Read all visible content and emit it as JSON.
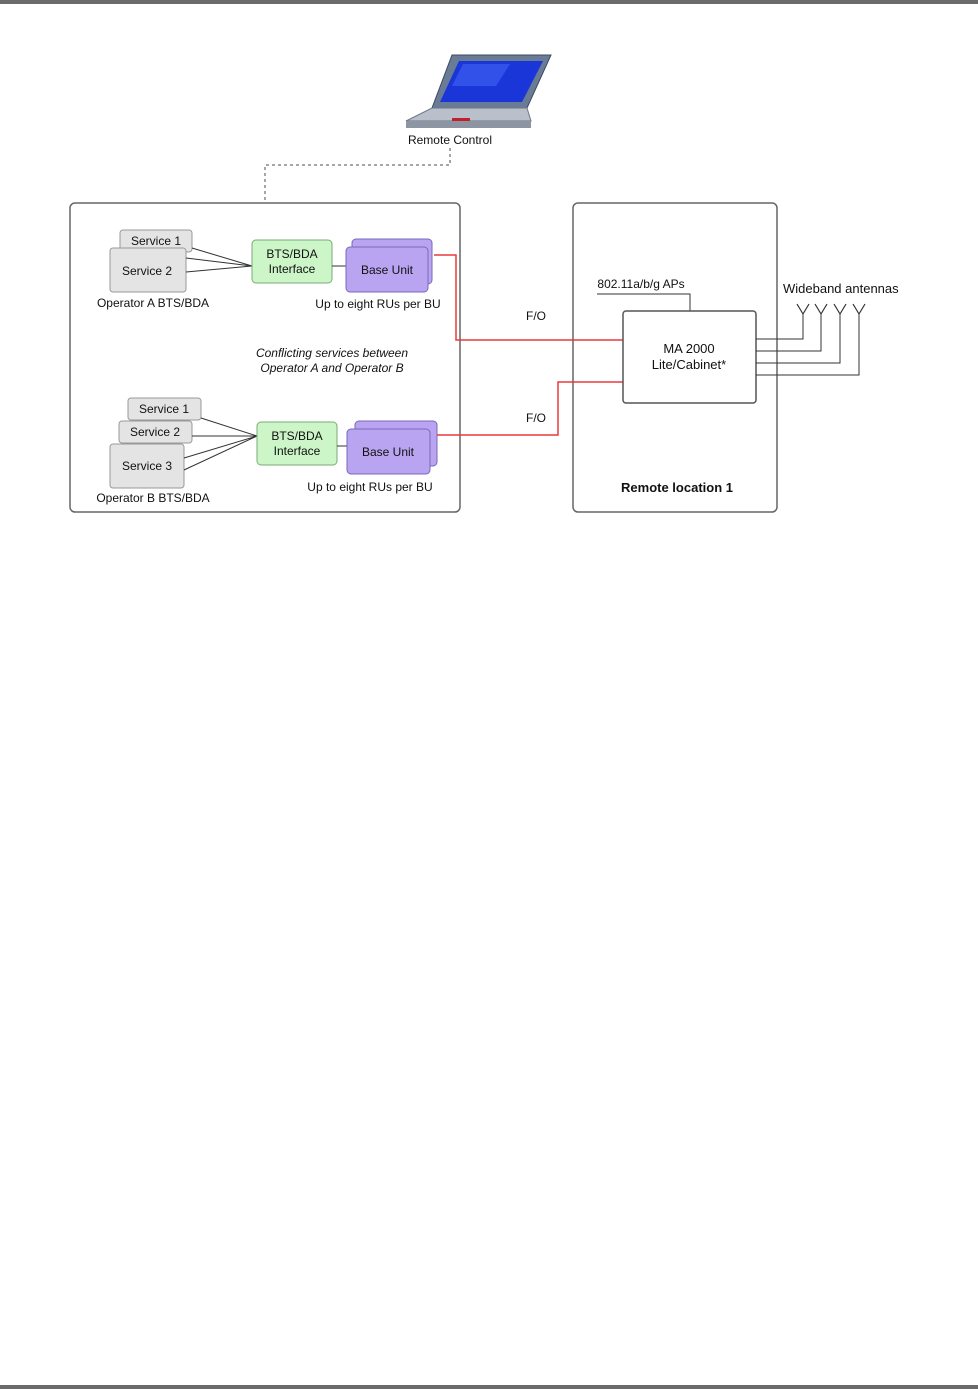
{
  "diagram": {
    "remote_control_label": "Remote Control",
    "operator_a": {
      "services": [
        "Service 1",
        "Service 2"
      ],
      "label": "Operator A BTS/BDA",
      "interface_line1": "BTS/BDA",
      "interface_line2": "Interface",
      "base_unit": "Base Unit",
      "ru_note": "Up to eight RUs per BU"
    },
    "conflict_line1": "Conflicting services between",
    "conflict_line2": "Operator A  and Operator B",
    "operator_b": {
      "services": [
        "Service 1",
        "Service 2",
        "Service 3"
      ],
      "label": "Operator B BTS/BDA",
      "interface_line1": "BTS/BDA",
      "interface_line2": "Interface",
      "base_unit": "Base Unit",
      "ru_note": "Up to eight RUs per BU"
    },
    "fo_top": "F/O",
    "fo_bottom": "F/O",
    "ap_label": "802.11a/b/g APs",
    "ma_line1": "MA 2000",
    "ma_line2": "Lite/Cabinet*",
    "remote_location": "Remote location 1",
    "antennas_label": "Wideband antennas"
  },
  "colors": {
    "fiber": "#e8383a",
    "interface_fill": "#ccf5c8",
    "base_unit_fill": "#b8a4f0",
    "service_fill": "#e4e4e4"
  }
}
